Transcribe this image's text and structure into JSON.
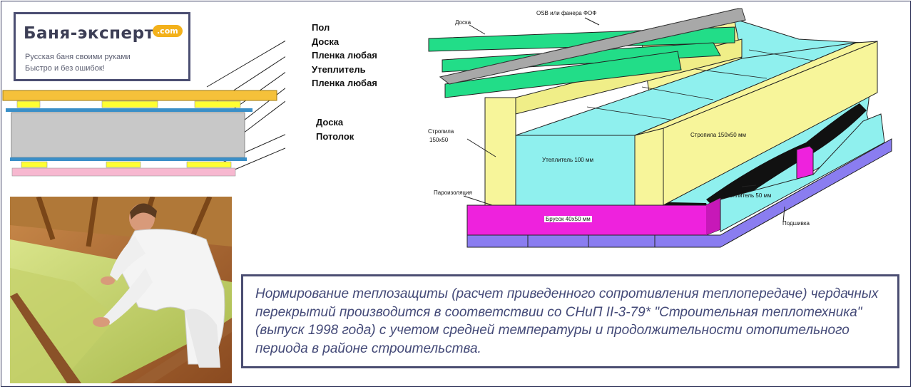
{
  "logo": {
    "title": "Баня-эксперт",
    "badge": ".com",
    "tagline1": "Русская баня своими руками",
    "tagline2": "Быстро и без ошибок!"
  },
  "left_diagram": {
    "labels": [
      "Пол",
      "Доска",
      "Пленка любая",
      "Утеплитель",
      "Пленка любая",
      "Доска",
      "Потолок"
    ]
  },
  "right_diagram": {
    "osb": "OSB или фанера ФОФ",
    "board": "Доска",
    "rafter_left": "Стропила",
    "rafter_left_size": "150х50",
    "insulation_100": "Утеплитель 100 мм",
    "rafter_right": "Стропила 150х50 мм",
    "vapor": "Пароизоляция",
    "bar": "Брусок 40х50 мм",
    "insulation_50": "Утеплитель 50 мм",
    "lining": "Подшивка"
  },
  "text_block": "Нормирование теплозащиты (расчет приведенного сопротивления теплопередаче) чердачных перекрытий производится в соответствии со СНиП II-3-79* \"Строительная теплотехника\" (выпуск 1998 года) с учетом средней температуры и продолжительности отопительного периода в районе строительства.",
  "colors": {
    "floor": "#f5c13a",
    "film": "#3a8fc8",
    "insulation_grey": "#c8c8c8",
    "board_yellow": "#ffff33",
    "ceiling": "#f7b8d0",
    "osb": "#9e9e9e",
    "board_green": "#22dd88",
    "rafter": "#f7f59a",
    "insulation_cyan": "#8ff0ee",
    "bar": "#ee22dd",
    "lining": "#8a7df0",
    "text": "#444a78",
    "frame": "#4b4e72"
  }
}
